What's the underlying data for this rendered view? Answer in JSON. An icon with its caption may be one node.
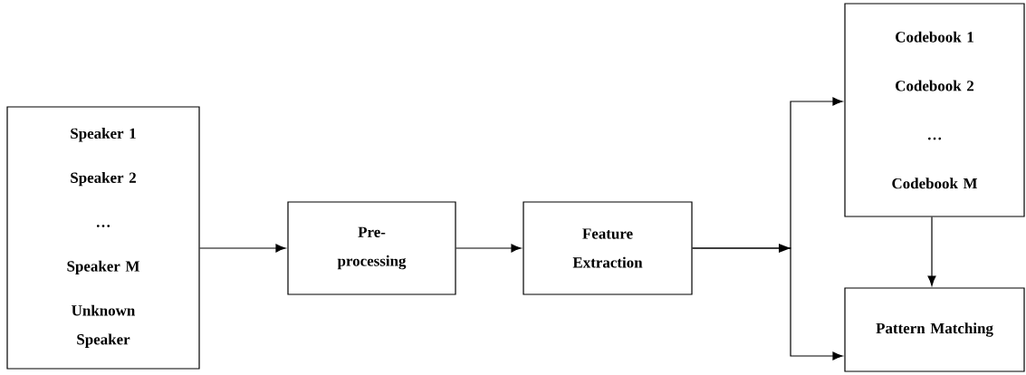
{
  "diagram": {
    "nodes": [
      {
        "text": [
          "Speaker 1",
          "Speaker 2",
          "…",
          "Speaker M",
          "Unknown Speaker"
        ]
      },
      {
        "text": [
          "Pre-processing"
        ]
      },
      {
        "text": [
          "Feature Extraction"
        ]
      },
      {
        "text": [
          "Codebook 1",
          "Codebook 2",
          "…",
          "Codebook M"
        ]
      },
      {
        "text": [
          "Pattern Matching"
        ]
      }
    ],
    "edges": [
      {
        "from": 0,
        "to": 1,
        "arrow": "to"
      },
      {
        "from": 1,
        "to": 2,
        "arrow": "to"
      },
      {
        "from": 2,
        "to": 3,
        "arrow": "to"
      },
      {
        "from": 2,
        "to": 4,
        "arrow": "to"
      },
      {
        "from": 3,
        "to": 4,
        "arrow": "to"
      }
    ]
  }
}
